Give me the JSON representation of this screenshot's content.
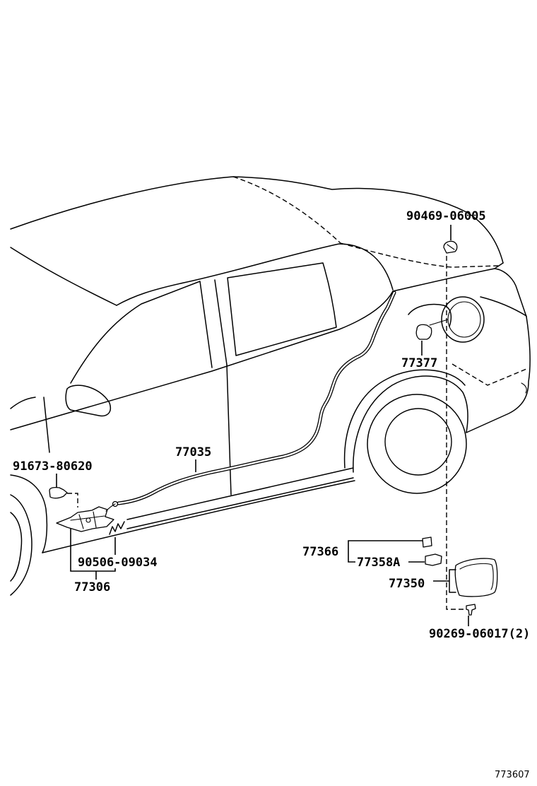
{
  "diagram": {
    "callouts": {
      "p90469_06005": "90469-06005",
      "p77377": "77377",
      "p77035": "77035",
      "p91673_80620": "91673-80620",
      "p90506_09034": "90506-09034",
      "p77306": "77306",
      "p77366": "77366",
      "p77358A": "77358A",
      "p77350": "77350",
      "p90269_06017": "90269-06017(2)"
    },
    "figure_id": "773607"
  },
  "colors": {
    "line": "#000000",
    "background": "#ffffff"
  }
}
